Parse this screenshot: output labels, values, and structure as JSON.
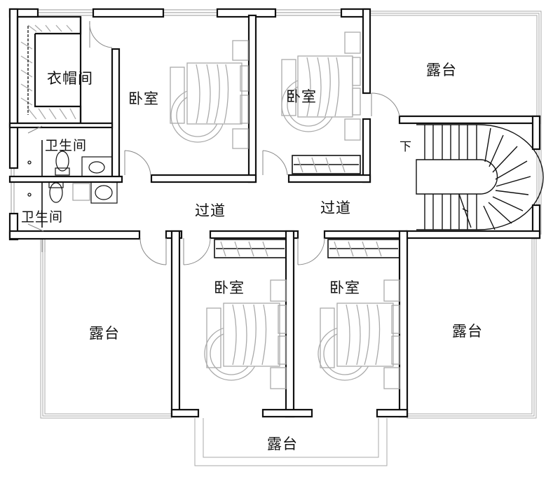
{
  "plan": {
    "rooms": [
      {
        "id": "cloakroom",
        "label": "衣帽间"
      },
      {
        "id": "bathroom-1",
        "label": "卫生间"
      },
      {
        "id": "bathroom-2",
        "label": "卫生间"
      },
      {
        "id": "bedroom-nw",
        "label": "卧室"
      },
      {
        "id": "bedroom-n",
        "label": "卧室"
      },
      {
        "id": "bedroom-sw",
        "label": "卧室"
      },
      {
        "id": "bedroom-se",
        "label": "卧室"
      },
      {
        "id": "corridor-west",
        "label": "过道"
      },
      {
        "id": "corridor-east",
        "label": "过道"
      },
      {
        "id": "terrace-ne",
        "label": "露台"
      },
      {
        "id": "terrace-sw",
        "label": "露台"
      },
      {
        "id": "terrace-se",
        "label": "露台"
      },
      {
        "id": "terrace-s",
        "label": "露台"
      }
    ],
    "stair_label": "下"
  }
}
